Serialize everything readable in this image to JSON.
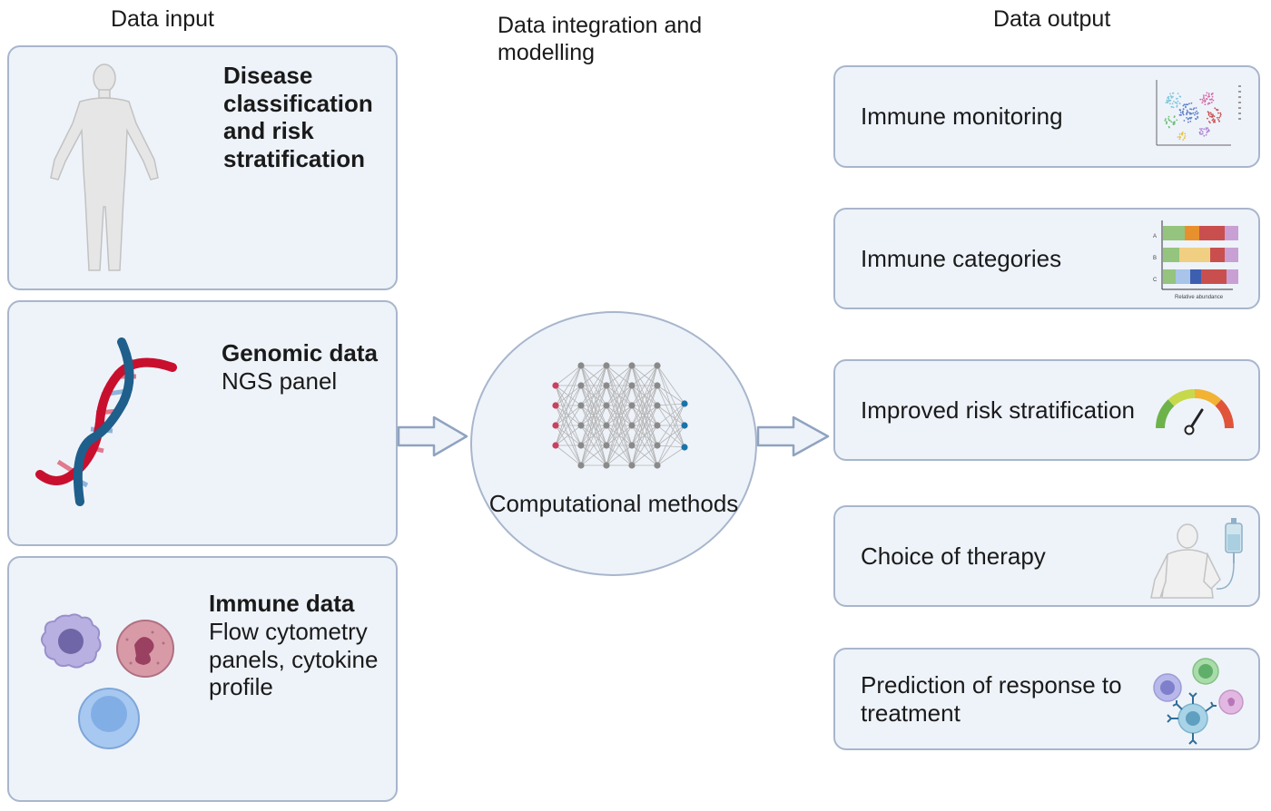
{
  "columns": {
    "input": "Data input",
    "integration": "Data integration and modelling",
    "output": "Data output"
  },
  "inputs": [
    {
      "title": "Disease classification and risk stratification",
      "icon": "human-body-icon"
    },
    {
      "title": "Genomic data",
      "subtitle": "NGS panel",
      "icon": "dna-icon"
    },
    {
      "title": "Immune data",
      "subtitle": "Flow cytometry panels, cytokine profile",
      "icon": "immune-cells-icon"
    }
  ],
  "center": {
    "label": "Computational methods",
    "icon": "neural-network-icon"
  },
  "outputs": [
    {
      "label": "Immune monitoring",
      "icon": "tsne-scatter-icon"
    },
    {
      "label": "Immune categories",
      "icon": "stacked-bar-icon",
      "mini_labels": [
        "A",
        "B",
        "C"
      ],
      "mini_axis": "Relative abundance"
    },
    {
      "label": "Improved risk stratification",
      "icon": "gauge-icon"
    },
    {
      "label": "Choice of therapy",
      "icon": "iv-therapy-icon"
    },
    {
      "label": "Prediction of response to treatment",
      "icon": "cells-antibody-icon"
    }
  ],
  "colors": {
    "box_fill": "#eef3fa",
    "box_border": "#a8b6cc",
    "arrow_fill": "#eef3fa",
    "arrow_stroke": "#8fa3c0",
    "dna_red": "#c8102e",
    "dna_blue": "#1f5f8b",
    "node_input": "#c9415f",
    "node_hidden": "#8a8a8a",
    "node_output": "#1a73a8"
  }
}
